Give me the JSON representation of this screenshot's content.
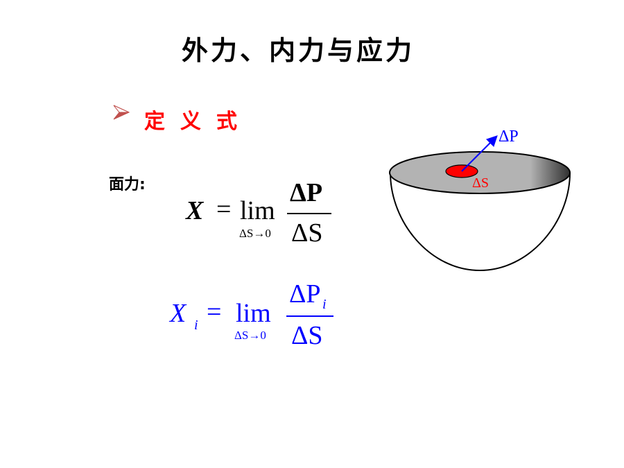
{
  "title": "外力、内力与应力",
  "section": {
    "bullet_icon": "arrow-bullet-icon",
    "label": "定义式"
  },
  "surface_force_label": "面力:",
  "formula_1": {
    "lhs": "X",
    "eq": "=",
    "lim": "lim",
    "limit_sub": "ΔS→0",
    "numerator": "ΔP",
    "denominator": "ΔS",
    "color": "#000000"
  },
  "formula_2": {
    "lhs": "X",
    "lhs_sub": "i",
    "eq": "=",
    "lim": "lim",
    "limit_sub": "ΔS→0",
    "numerator": "ΔP",
    "numerator_sub": "i",
    "denominator": "ΔS",
    "color": "#0000ff"
  },
  "diagram": {
    "force_label": "ΔP",
    "area_label": "ΔS",
    "force_color": "#0000ff",
    "area_color": "#ff0000"
  }
}
